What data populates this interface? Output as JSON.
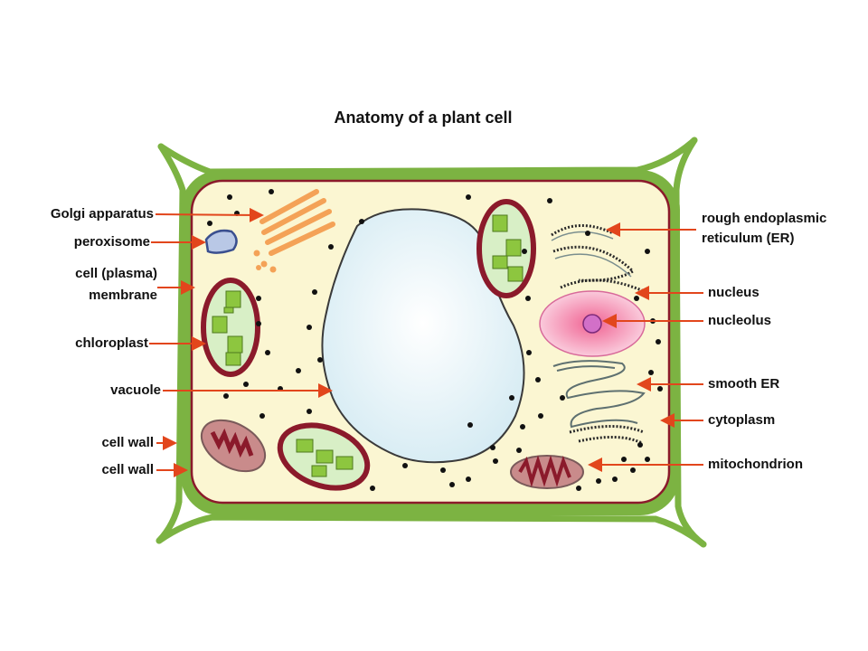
{
  "title": "Anatomy of a plant cell",
  "labels": {
    "golgi": "Golgi apparatus",
    "peroxisome": "peroxisome",
    "cell_membrane_1": "cell (plasma)",
    "cell_membrane_2": "membrane",
    "chloroplast": "chloroplast",
    "vacuole": "vacuole",
    "cell_wall_1": "cell wall",
    "cell_wall_2": "cell wall",
    "rough_er_1": "rough endoplasmic",
    "rough_er_2": "reticulum (ER)",
    "nucleus": "nucleus",
    "nucleolus": "nucleolus",
    "smooth_er": "smooth ER",
    "cytoplasm": "cytoplasm",
    "mitochondrion": "mitochondrion"
  },
  "colors": {
    "cell_wall": "#7cb342",
    "cell_wall_dark": "#4e8a1e",
    "cytoplasm": "#fbf6d2",
    "membrane": "#8b1a2b",
    "vacuole": "#e6f3f8",
    "chloroplast_fill": "#d8efc6",
    "thylakoid": "#8dc63f",
    "golgi": "#f4a257",
    "nucleus": "#f4a7c0",
    "nucleolus": "#d270c8",
    "mitochondrion": "#c98b8b",
    "arrow": "#e2461c"
  }
}
